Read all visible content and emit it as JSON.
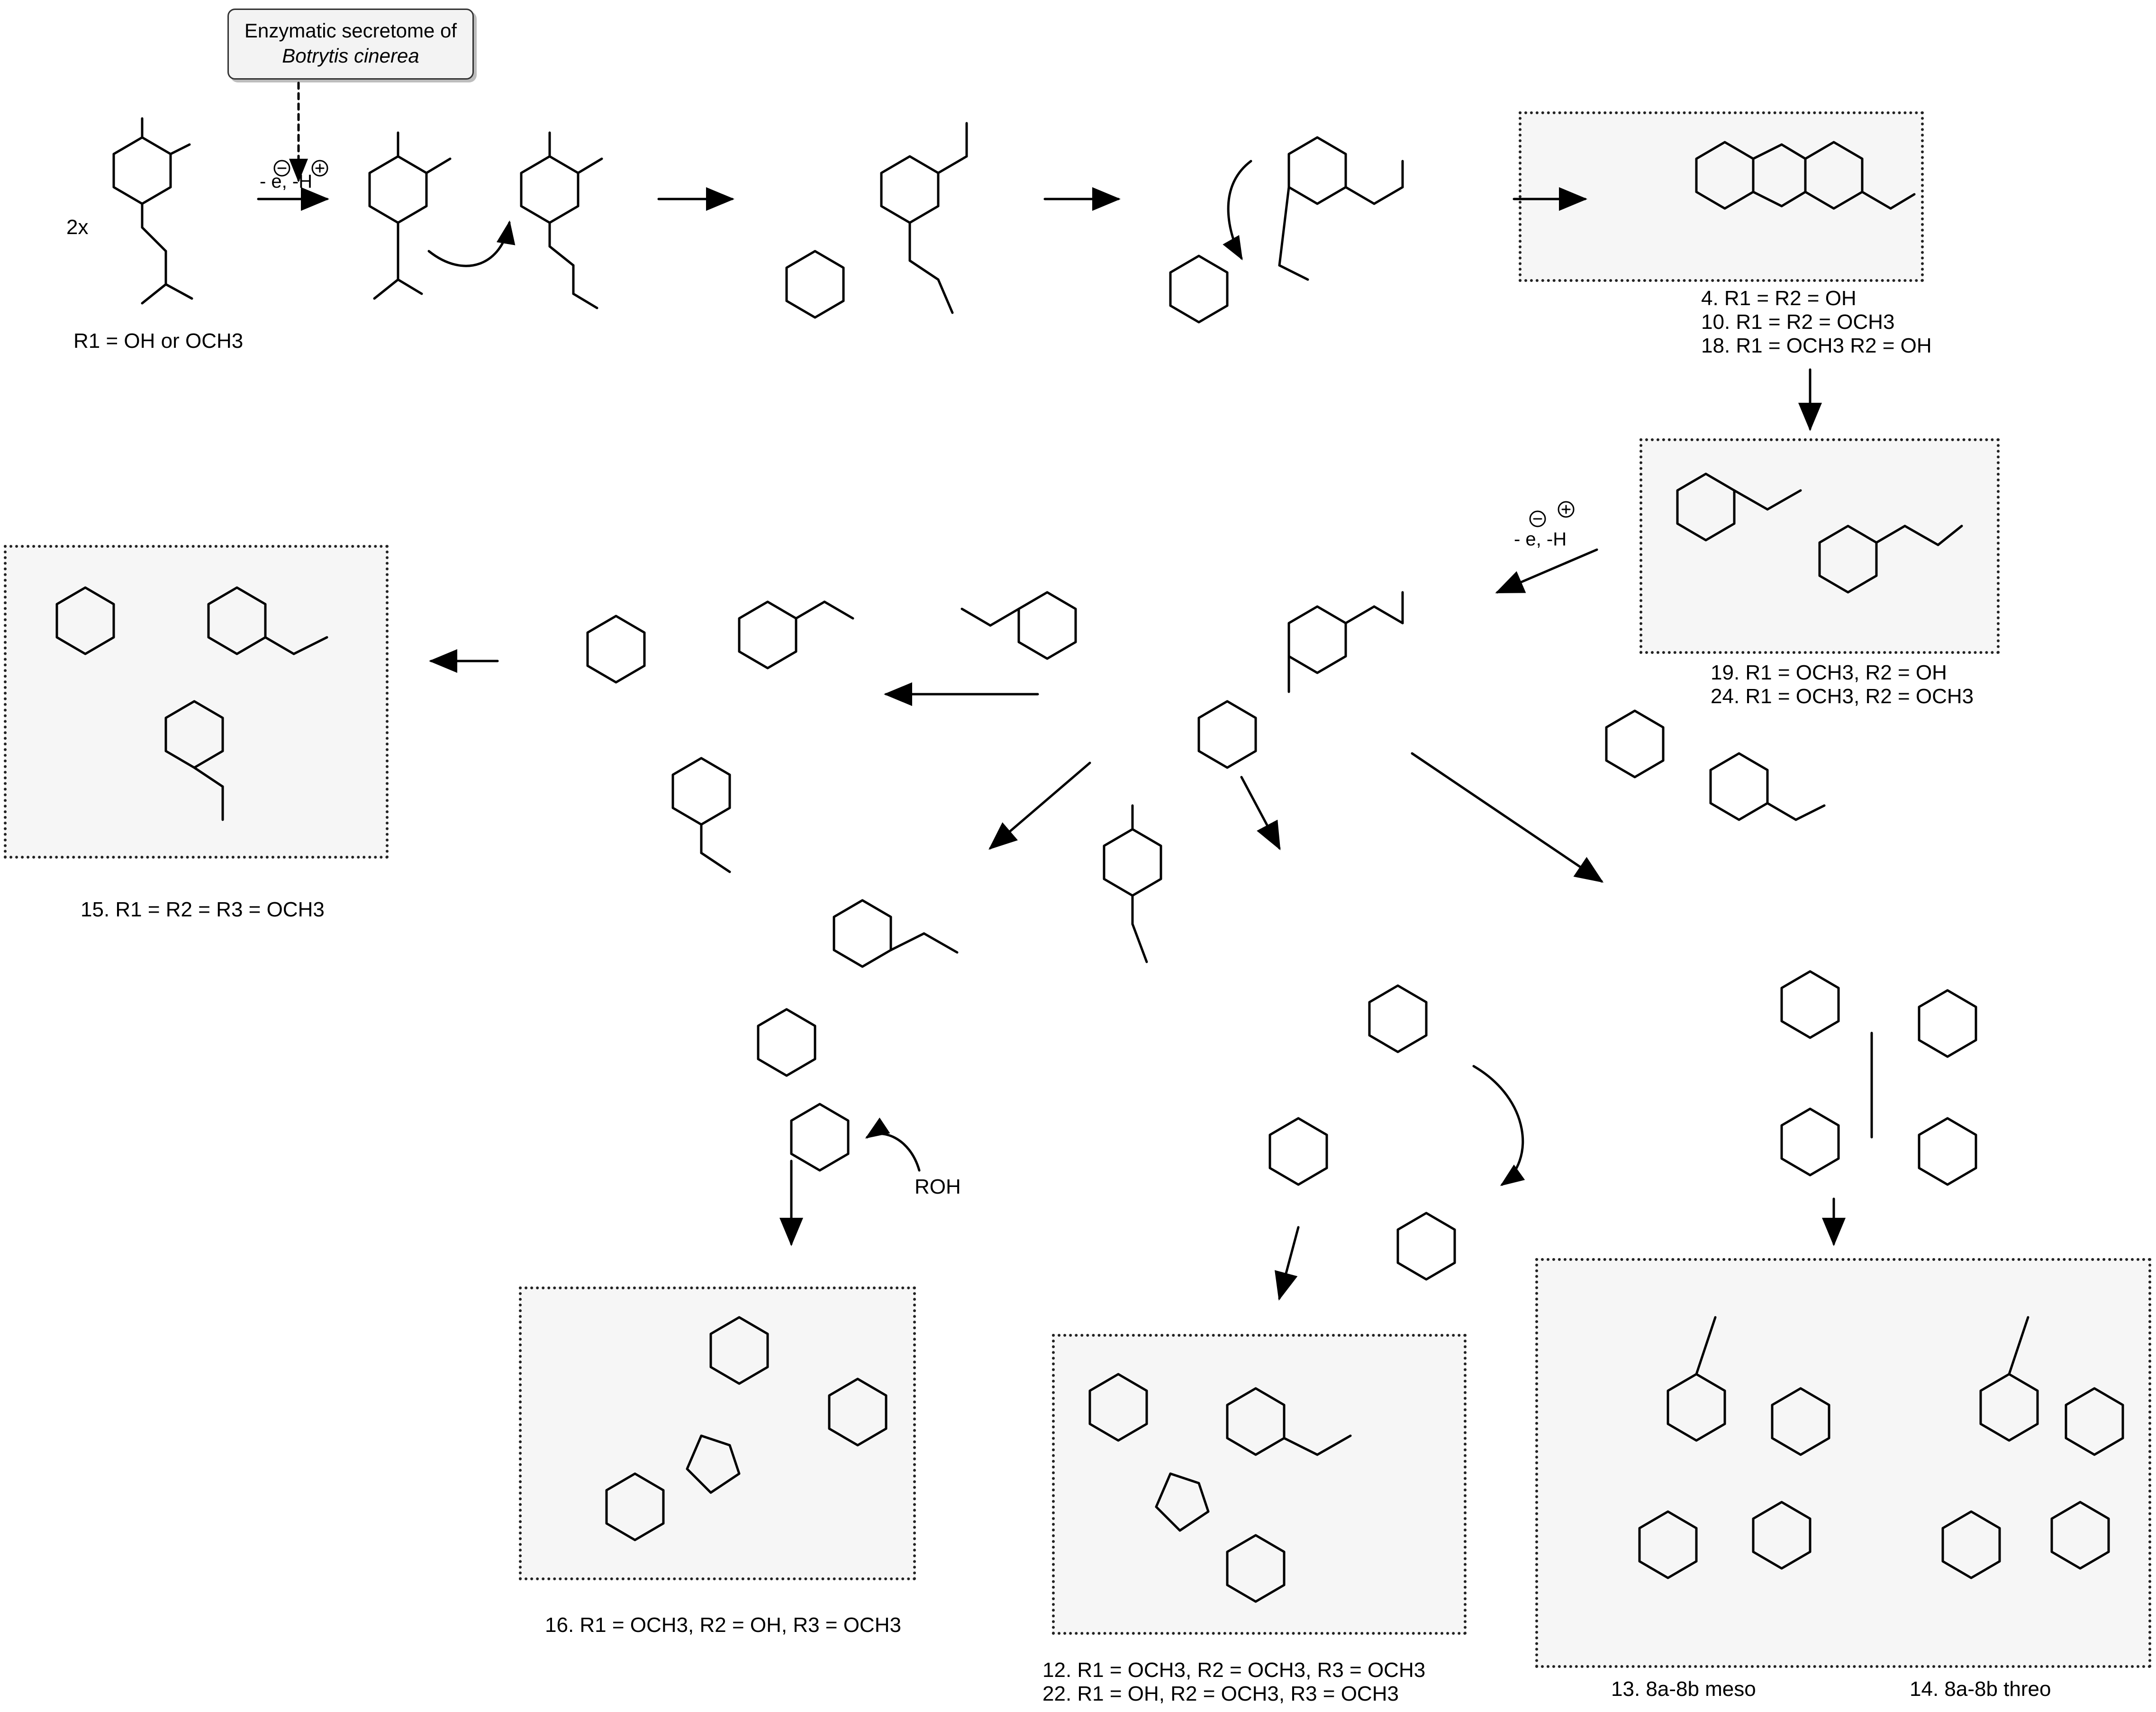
{
  "source": {
    "line1": "Enzymatic secretome  of",
    "line2": "Botrytis cinerea"
  },
  "start": {
    "multiplier": "2x",
    "condition": "R1 = OH or OCH3",
    "step_label": "- e, -H"
  },
  "second_oxidation": {
    "step_label": "- e, -H"
  },
  "reagent": {
    "roh": "ROH"
  },
  "products": {
    "box_a": [
      "4.  R1 = R2 = OH",
      "10. R1 = R2 = OCH3",
      "18. R1 = OCH3 R2 = OH"
    ],
    "box_b": [
      "19. R1 = OCH3, R2 = OH",
      "24. R1 = OCH3, R2 = OCH3"
    ],
    "box_c": [
      "15. R1 = R2 = R3 = OCH3"
    ],
    "box_d": [
      "16. R1 = OCH3, R2 = OH, R3 = OCH3"
    ],
    "box_e": [
      "12. R1 = OCH3, R2 = OCH3, R3 = OCH3",
      "22. R1 = OH, R2 = OCH3, R3 = OCH3"
    ],
    "box_f": [
      "13. 8a-8b meso"
    ],
    "box_g": [
      "14. 8a-8b threo"
    ]
  },
  "colors": {
    "box_fill": "#f6f6f6",
    "stroke": "#000000",
    "source_fill": "#f3f3f3"
  }
}
